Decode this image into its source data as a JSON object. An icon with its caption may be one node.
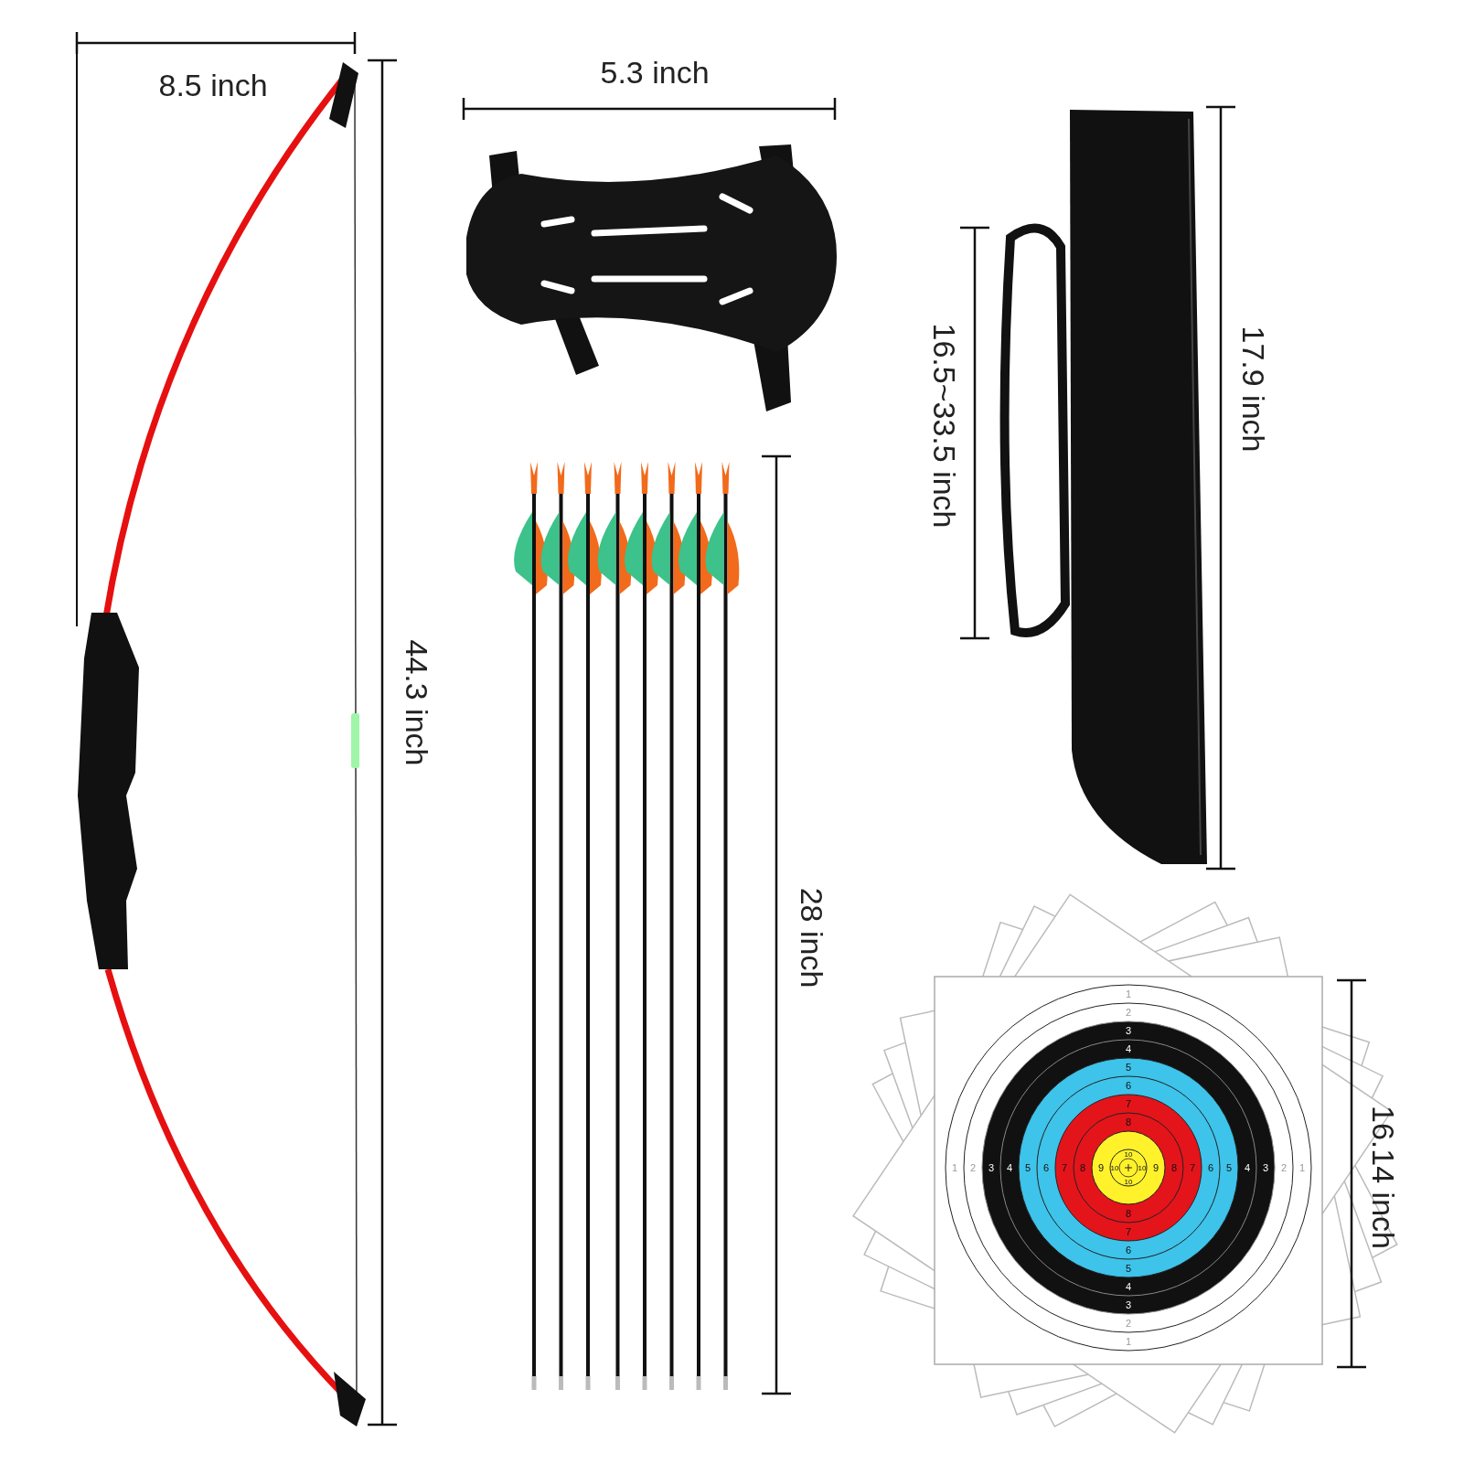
{
  "diagram": {
    "labels": [
      "8.5 inch",
      "5.3 inch",
      "17.9 inch",
      "16.5~33.5 inch",
      "44.3 inch",
      "28 inch",
      "16.14 inch",
      "1",
      "2",
      "3",
      "4",
      "5",
      "6",
      "7",
      "8",
      "10",
      "1",
      "2",
      "3",
      "4",
      "5",
      "6",
      "7",
      "8",
      "9",
      "10",
      "10",
      "9",
      "8",
      "7",
      "6",
      "5",
      "4",
      "3",
      "2",
      "1",
      "10",
      "8",
      "7",
      "6",
      "5",
      "4",
      "3",
      "2",
      "1"
    ]
  }
}
